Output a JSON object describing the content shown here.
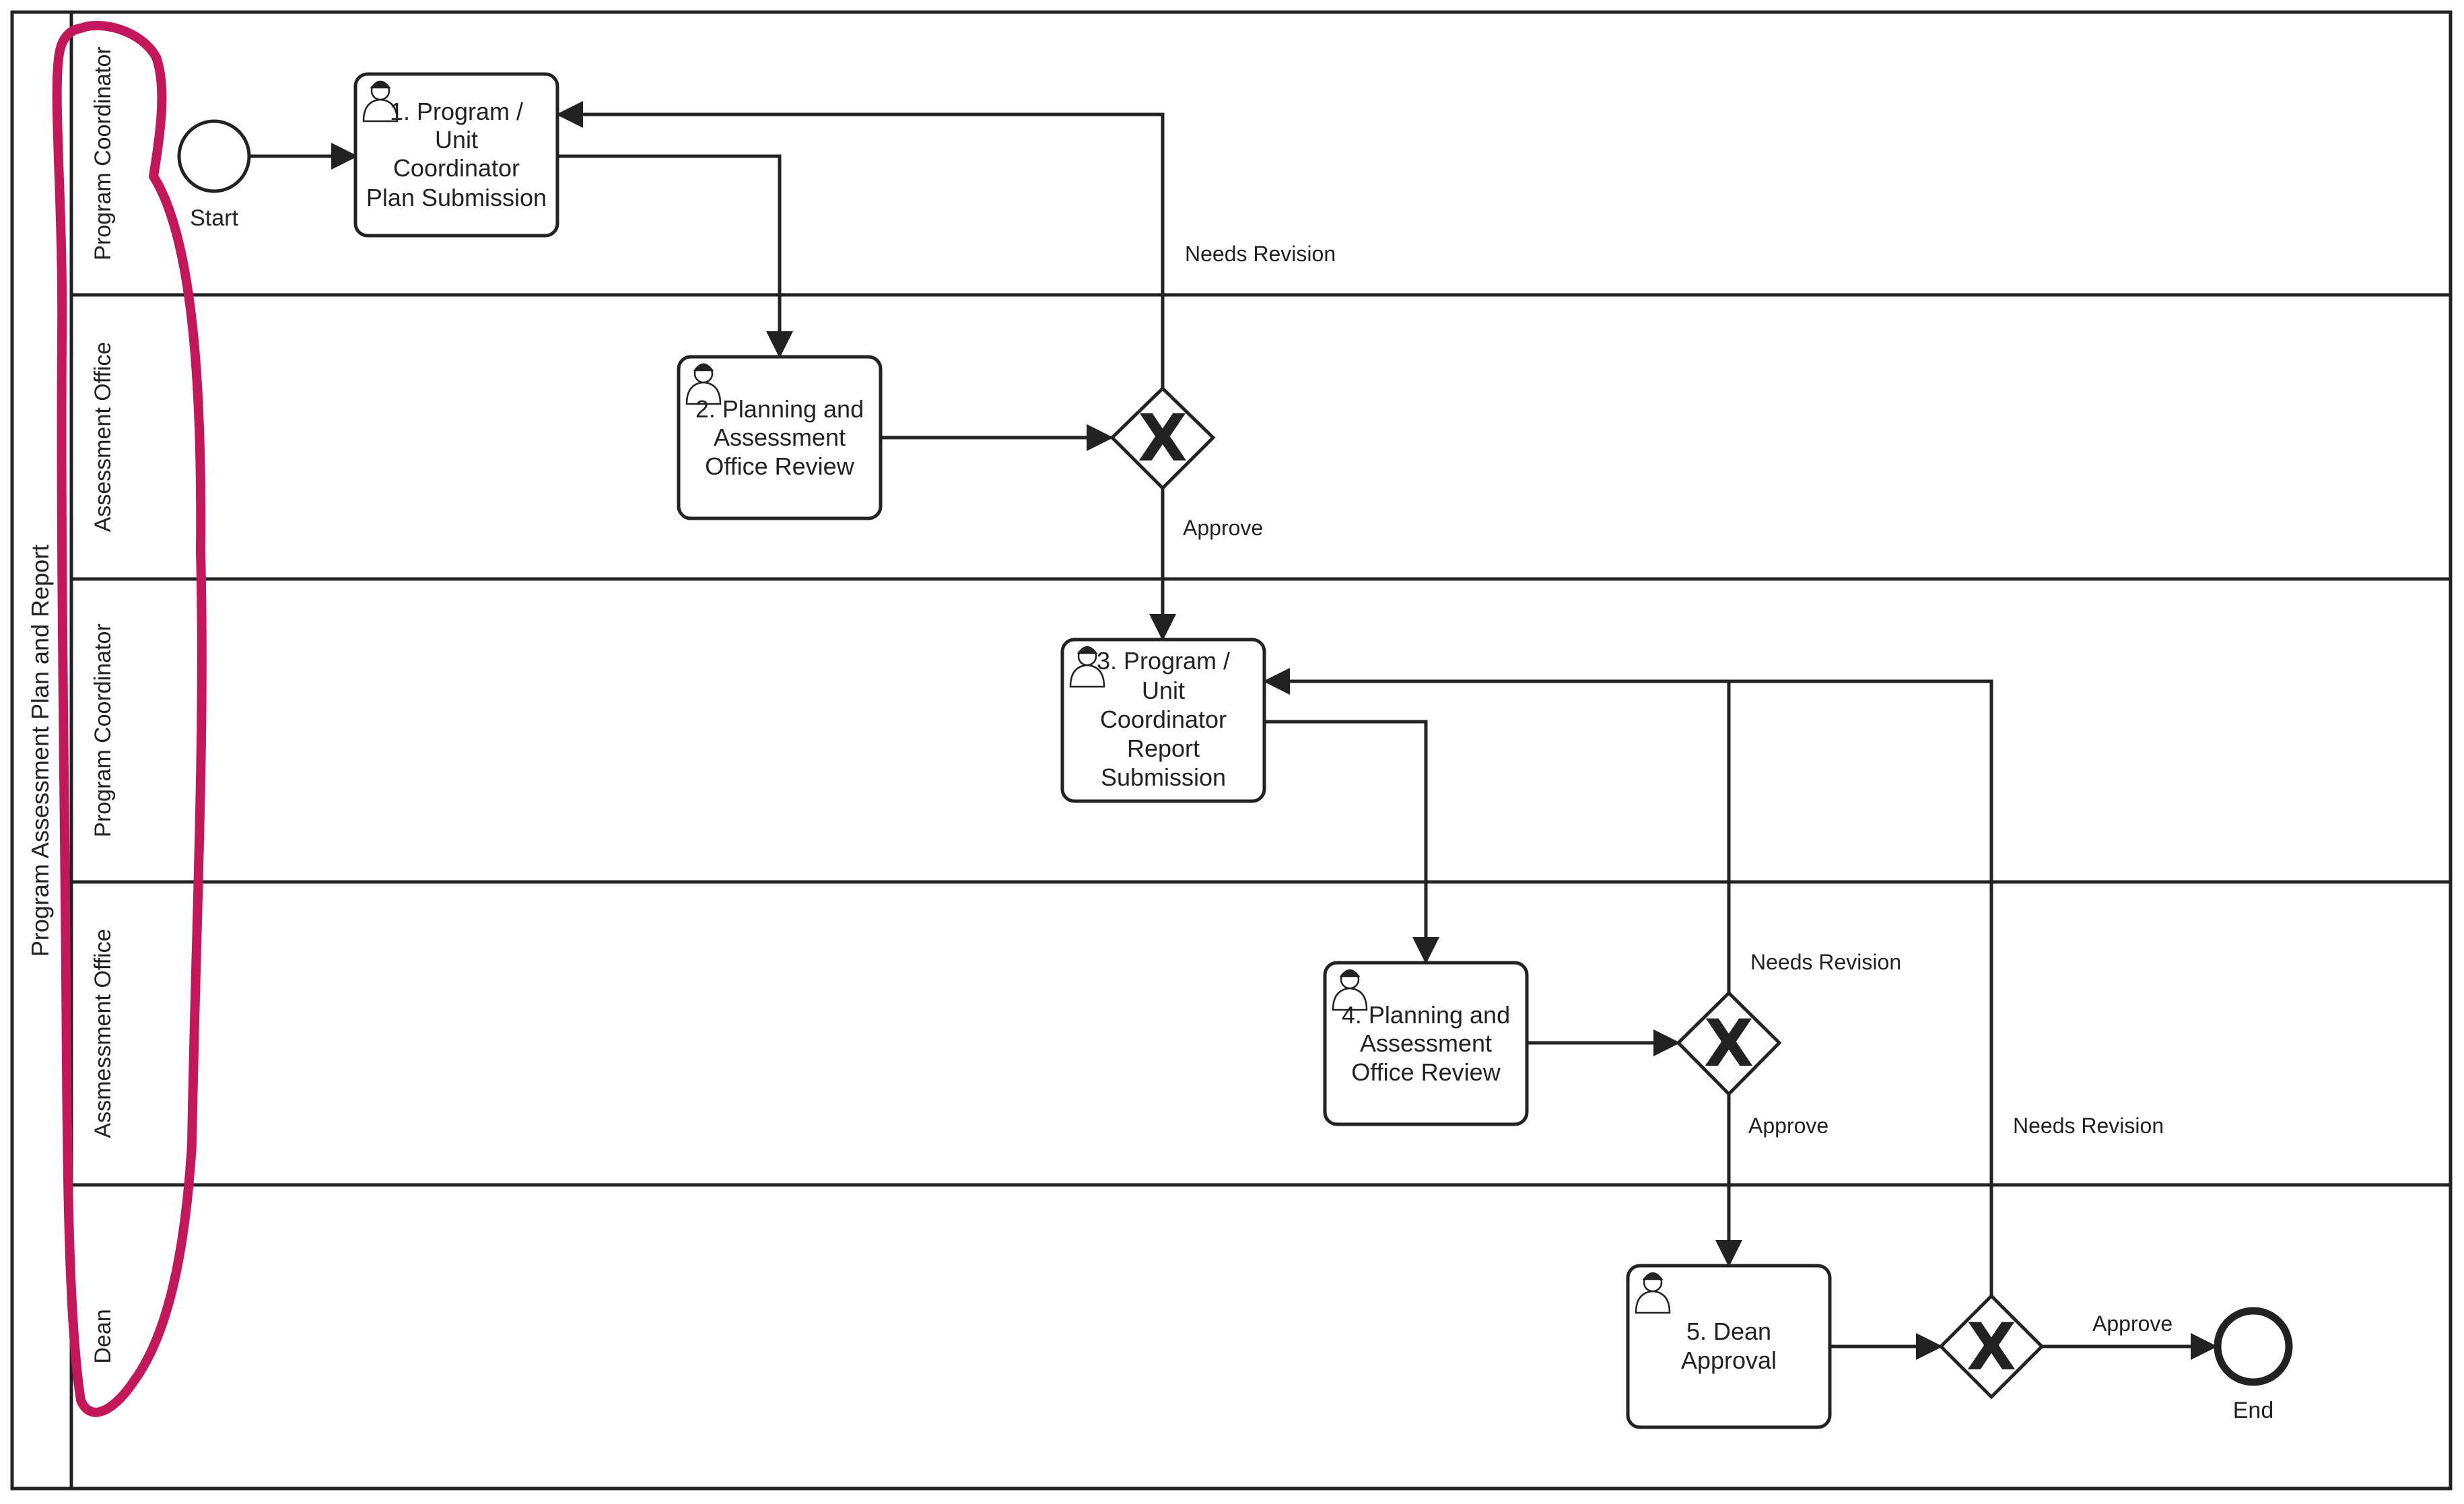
{
  "pool": {
    "title": "Program Assessment Plan and Report"
  },
  "lanes": [
    {
      "id": "lane1",
      "label": "Program Coordinator"
    },
    {
      "id": "lane2",
      "label": "Assessment Office"
    },
    {
      "id": "lane3",
      "label": "Program Coordinator"
    },
    {
      "id": "lane4",
      "label": "Assmessment Office"
    },
    {
      "id": "lane5",
      "label": "Dean"
    }
  ],
  "events": {
    "start": {
      "label": "Start"
    },
    "end": {
      "label": "End"
    }
  },
  "tasks": [
    {
      "id": "task1",
      "lines": [
        "1. Program /",
        "Unit",
        "Coordinator",
        "Plan Submission"
      ]
    },
    {
      "id": "task2",
      "lines": [
        "2. Planning and",
        "Assessment",
        "Office Review"
      ]
    },
    {
      "id": "task3",
      "lines": [
        "3. Program /",
        "Unit",
        "Coordinator",
        "Report",
        "Submission"
      ]
    },
    {
      "id": "task4",
      "lines": [
        "4. Planning and",
        "Assessment",
        "Office Review"
      ]
    },
    {
      "id": "task5",
      "lines": [
        "5. Dean",
        "Approval"
      ]
    }
  ],
  "gateways": [
    {
      "id": "gw1",
      "mark": "X"
    },
    {
      "id": "gw2",
      "mark": "X"
    },
    {
      "id": "gw3",
      "mark": "X"
    }
  ],
  "flow_labels": {
    "gw1_revision": "Needs Revision",
    "gw1_approve": "Approve",
    "gw2_revision": "Needs Revision",
    "gw2_approve": "Approve",
    "gw3_revision": "Needs Revision",
    "gw3_approve": "Approve"
  },
  "annotation": {
    "highlight_color": "#c2185b",
    "description": "hand-drawn highlight around lane labels"
  },
  "colors": {
    "stroke": "#222222",
    "background": "#ffffff"
  }
}
